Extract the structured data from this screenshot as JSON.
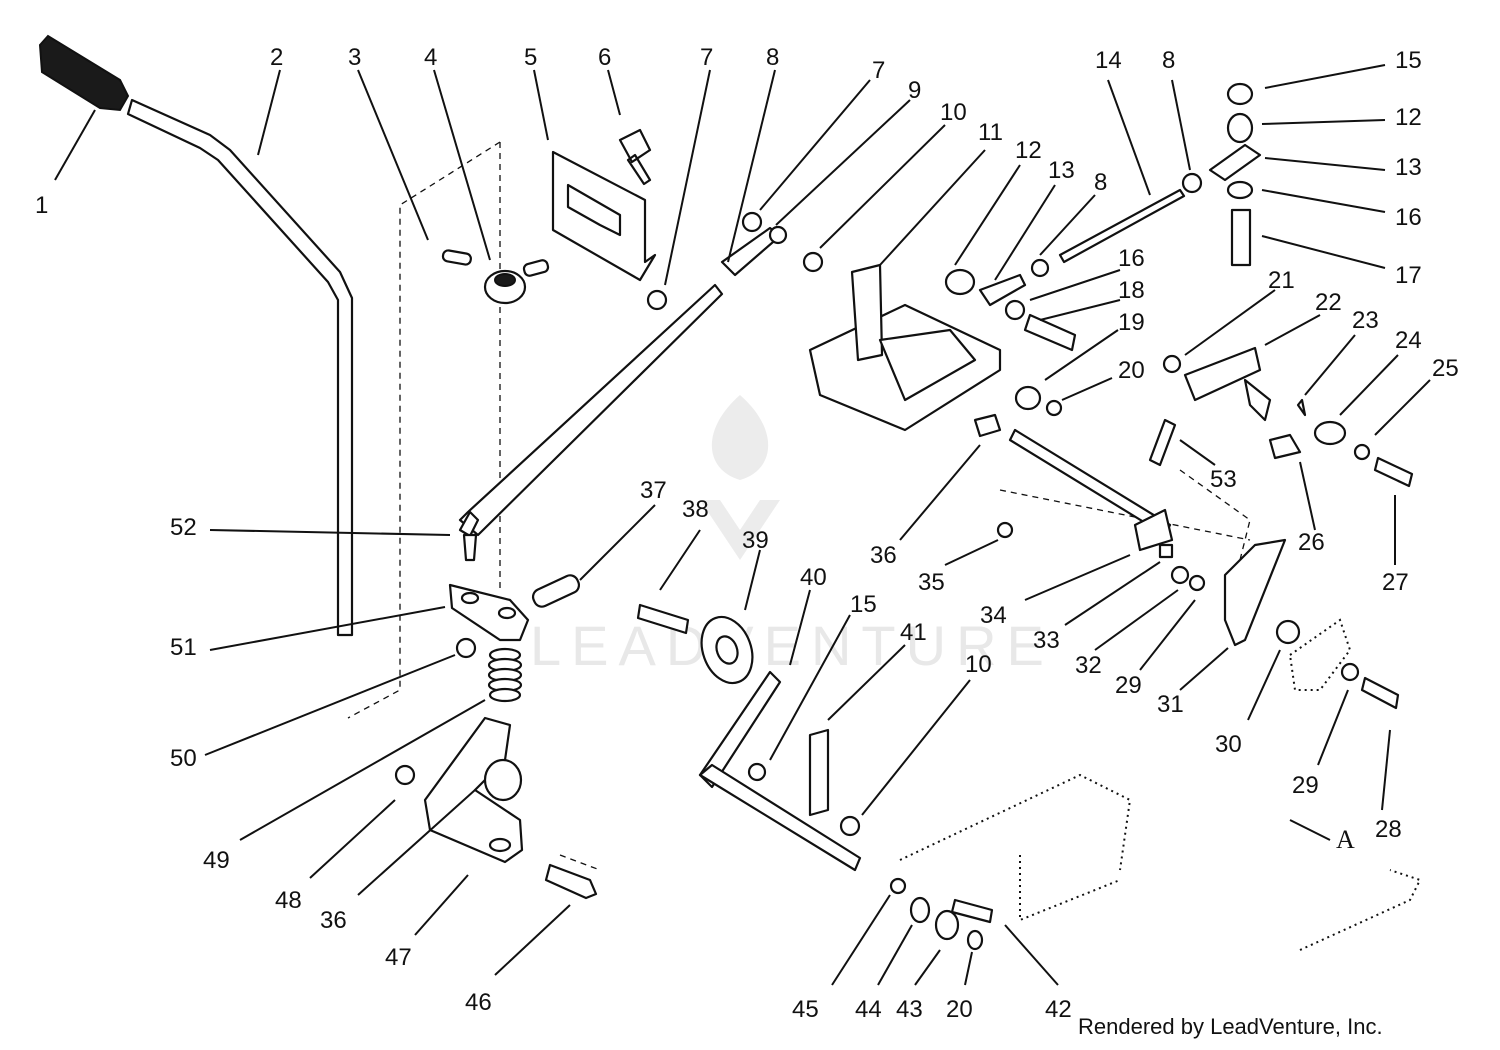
{
  "watermark": {
    "text": "LEADVENTURE"
  },
  "credit": "Rendered by LeadVenture, Inc.",
  "view_letter": "A",
  "labels": [
    "1",
    "2",
    "3",
    "4",
    "5",
    "6",
    "7",
    "8",
    "7",
    "9",
    "10",
    "11",
    "12",
    "13",
    "8",
    "14",
    "8",
    "15",
    "12",
    "13",
    "16",
    "17",
    "16",
    "18",
    "19",
    "20",
    "21",
    "22",
    "23",
    "24",
    "25",
    "53",
    "26",
    "27",
    "36",
    "35",
    "34",
    "33",
    "32",
    "29",
    "31",
    "30",
    "29",
    "28",
    "52",
    "37",
    "38",
    "39",
    "40",
    "15",
    "41",
    "10",
    "51",
    "50",
    "49",
    "48",
    "36",
    "47",
    "46",
    "45",
    "44",
    "43",
    "20",
    "42"
  ]
}
